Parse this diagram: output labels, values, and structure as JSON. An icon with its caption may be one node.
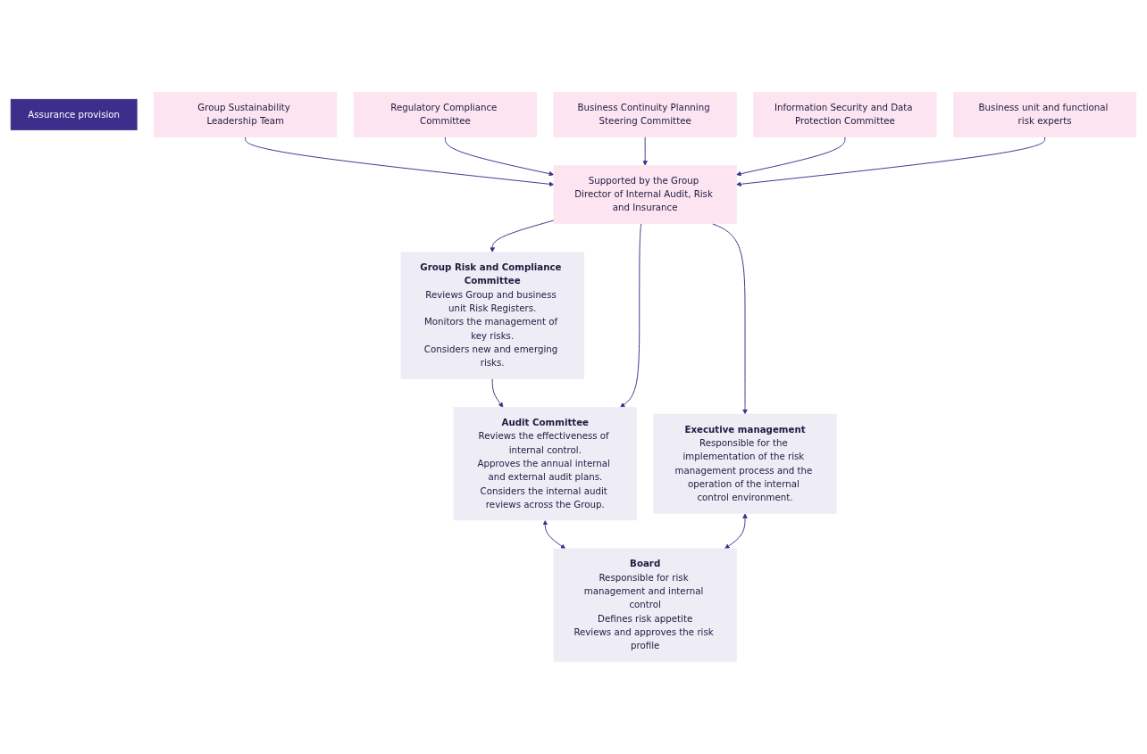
{
  "diagram": {
    "nodes": [
      {
        "text": [
          "Assurance provision"
        ]
      },
      {
        "text": [
          "Board",
          "Responsible for risk management and internal control",
          "Defines risk appetite",
          "Reviews and approves the risk profile"
        ]
      },
      {
        "text": [
          "Audit Committee",
          "Reviews the effectiveness of internal control.",
          "Approves the annual internal and external audit plans.",
          "Considers the internal audit reviews across the Group."
        ]
      },
      {
        "text": [
          "Group Risk and Compliance Committee",
          "Reviews Group and business unit Risk Registers.",
          "Monitors the management of key risks.",
          "Considers new and emerging risks."
        ]
      },
      {
        "text": [
          "Executive management",
          "Responsible for the implementation of the risk management process and the operation of the internal control environment."
        ]
      },
      {
        "text": [
          "Supported by the Group Director of Internal Audit, Risk and Insurance"
        ]
      },
      {
        "text": [
          "Group Sustainability Leadership Team"
        ]
      },
      {
        "text": [
          "Regulatory Compliance Committee"
        ]
      },
      {
        "text": [
          "Business Continuity Planning Steering Committee"
        ]
      },
      {
        "text": [
          "Information Security and Data Protection Committee"
        ]
      },
      {
        "text": [
          "Business unit and functional risk experts"
        ]
      }
    ],
    "edges": [
      {
        "from": 2,
        "to": 1,
        "arrow": "both"
      },
      {
        "from": 4,
        "to": 1,
        "arrow": "both"
      },
      {
        "from": 3,
        "to": 2,
        "arrow": "to"
      },
      {
        "from": 5,
        "to": 2,
        "arrow": "to"
      },
      {
        "from": 5,
        "to": 3,
        "arrow": "to"
      },
      {
        "from": 5,
        "to": 4,
        "arrow": "to"
      },
      {
        "from": 6,
        "to": 5,
        "arrow": "to"
      },
      {
        "from": 7,
        "to": 5,
        "arrow": "to"
      },
      {
        "from": 8,
        "to": 5,
        "arrow": "to"
      },
      {
        "from": 9,
        "to": 5,
        "arrow": "to"
      },
      {
        "from": 10,
        "to": 5,
        "arrow": "to"
      }
    ]
  }
}
